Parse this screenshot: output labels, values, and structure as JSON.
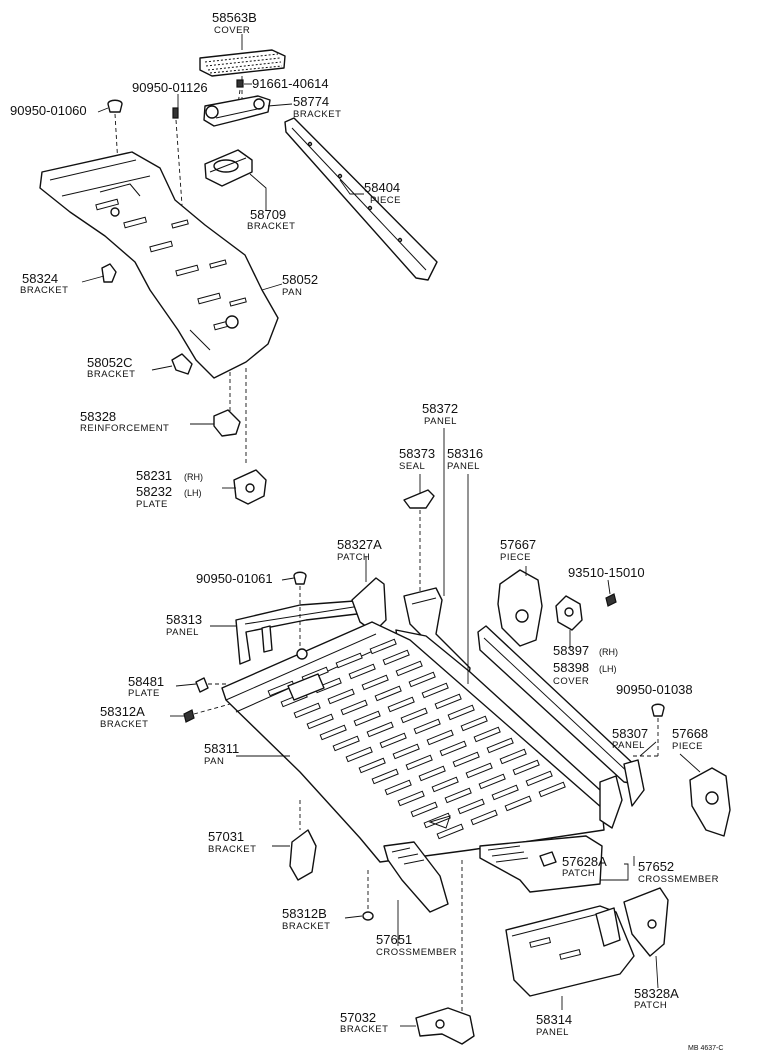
{
  "parts": {
    "p58563B": {
      "number": "58563B",
      "name": "COVER"
    },
    "p90950_01126": {
      "number": "90950-01126"
    },
    "p91661_40614": {
      "number": "91661-40614"
    },
    "p90950_01060": {
      "number": "90950-01060"
    },
    "p58774": {
      "number": "58774",
      "name": "BRACKET"
    },
    "p58404": {
      "number": "58404",
      "name": "PIECE"
    },
    "p58709": {
      "number": "58709",
      "name": "BRACKET"
    },
    "p58324": {
      "number": "58324",
      "name": "BRACKET"
    },
    "p58052": {
      "number": "58052",
      "name": "PAN"
    },
    "p58052C": {
      "number": "58052C",
      "name": "BRACKET"
    },
    "p58328": {
      "number": "58328",
      "name": "REINFORCEMENT"
    },
    "p58231": {
      "number": "58231",
      "tag": "(RH)"
    },
    "p58232": {
      "number": "58232",
      "tag": "(LH)",
      "name": "PLATE"
    },
    "p58372": {
      "number": "58372",
      "name": "PANEL"
    },
    "p58373": {
      "number": "58373",
      "name": "SEAL"
    },
    "p58316": {
      "number": "58316",
      "name": "PANEL"
    },
    "p58327A": {
      "number": "58327A",
      "name": "PATCH"
    },
    "p57667": {
      "number": "57667",
      "name": "PIECE"
    },
    "p93510_15010": {
      "number": "93510-15010"
    },
    "p90950_01061": {
      "number": "90950-01061"
    },
    "p58313": {
      "number": "58313",
      "name": "PANEL"
    },
    "p58397": {
      "number": "58397",
      "tag": "(RH)"
    },
    "p58398": {
      "number": "58398",
      "tag": "(LH)",
      "name": "COVER"
    },
    "p58481": {
      "number": "58481",
      "name": "PLATE"
    },
    "p90950_01038": {
      "number": "90950-01038"
    },
    "p58312A": {
      "number": "58312A",
      "name": "BRACKET"
    },
    "p58307": {
      "number": "58307",
      "name": "PANEL"
    },
    "p57668": {
      "number": "57668",
      "name": "PIECE"
    },
    "p58311": {
      "number": "58311",
      "name": "PAN"
    },
    "p57031": {
      "number": "57031",
      "name": "BRACKET"
    },
    "p57628A": {
      "number": "57628A",
      "name": "PATCH"
    },
    "p57652": {
      "number": "57652",
      "name": "CROSSMEMBER"
    },
    "p58312B": {
      "number": "58312B",
      "name": "BRACKET"
    },
    "p57651": {
      "number": "57651",
      "name": "CROSSMEMBER"
    },
    "p58328A": {
      "number": "58328A",
      "name": "PATCH"
    },
    "p57032": {
      "number": "57032",
      "name": "BRACKET"
    },
    "p58314": {
      "number": "58314",
      "name": "PANEL"
    }
  },
  "footer": {
    "ref": "MB 4637-C"
  }
}
